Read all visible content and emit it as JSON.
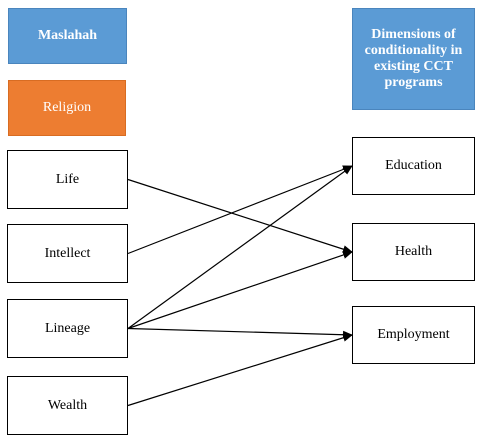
{
  "headers": {
    "maslahah": "Maslahah",
    "religion": "Religion",
    "dimensions": "Dimensions of conditionality in existing CCT programs"
  },
  "maslahah_elements": [
    {
      "id": "life",
      "label": "Life"
    },
    {
      "id": "intellect",
      "label": "Intellect"
    },
    {
      "id": "lineage",
      "label": "Lineage"
    },
    {
      "id": "wealth",
      "label": "Wealth"
    }
  ],
  "cct_dimensions": [
    {
      "id": "education",
      "label": "Education"
    },
    {
      "id": "health",
      "label": "Health"
    },
    {
      "id": "employment",
      "label": "Employment"
    }
  ],
  "links": [
    {
      "from": "life",
      "to": "health"
    },
    {
      "from": "intellect",
      "to": "education"
    },
    {
      "from": "lineage",
      "to": "education"
    },
    {
      "from": "lineage",
      "to": "health"
    },
    {
      "from": "lineage",
      "to": "employment"
    },
    {
      "from": "wealth",
      "to": "employment"
    }
  ],
  "colors": {
    "header_blue": "#5b9bd5",
    "header_orange": "#ed7d31",
    "line": "#000000"
  }
}
